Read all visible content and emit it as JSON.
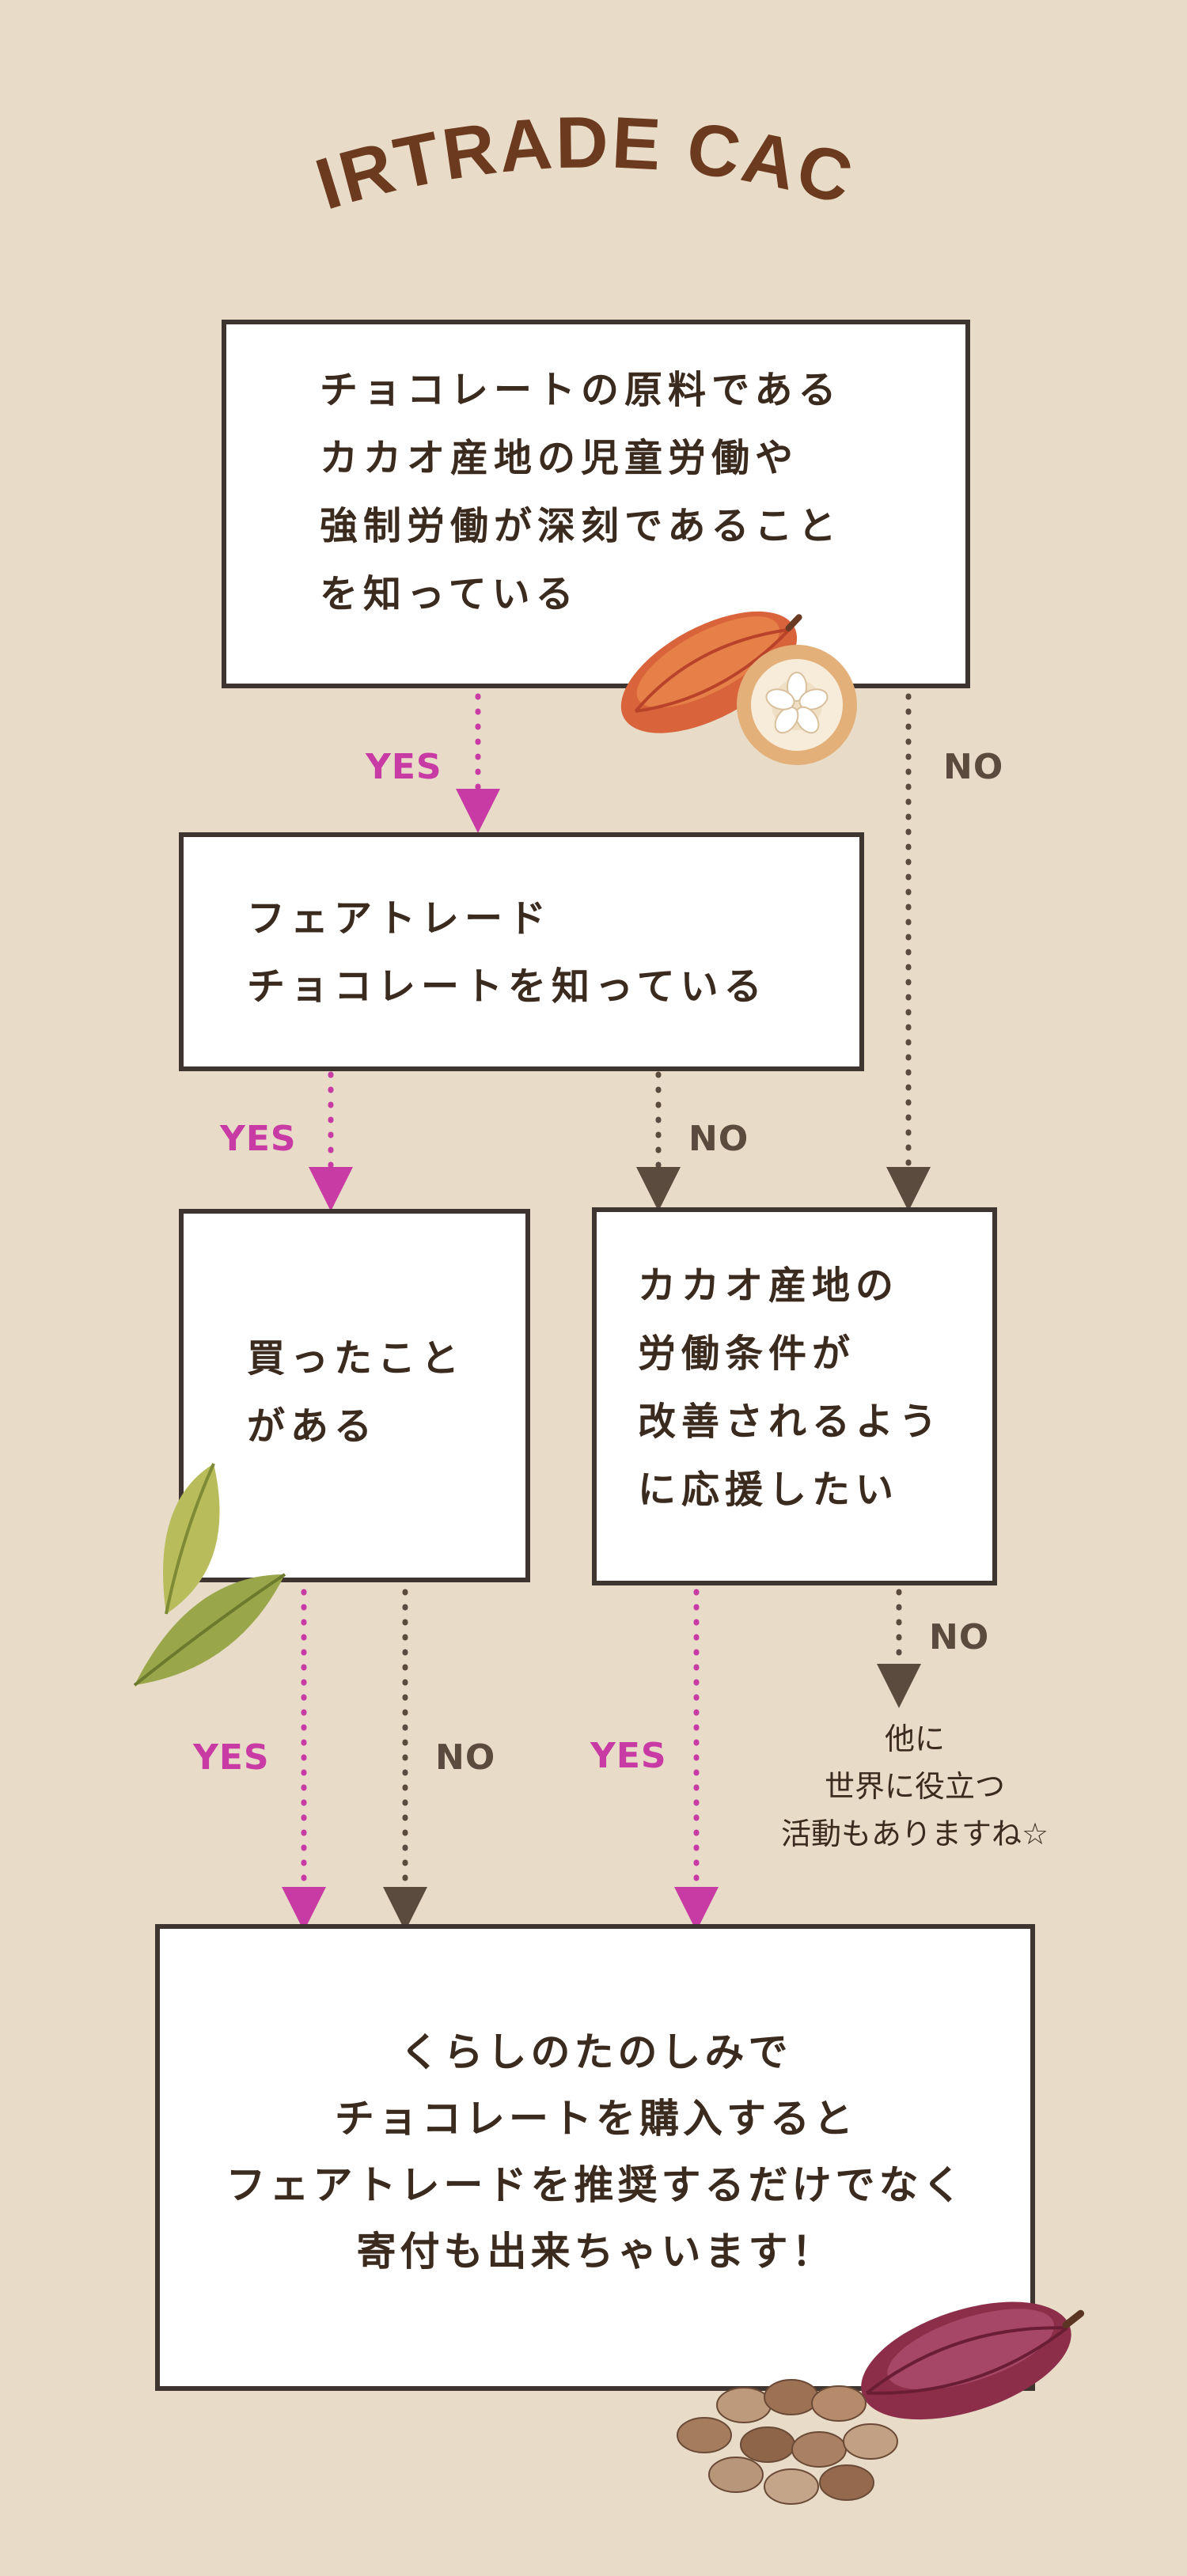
{
  "title": "FAIRTRADE CACAO",
  "colors": {
    "background": "#e8dcc8",
    "yes": "#c83aa4",
    "no": "#5b4a3e",
    "border": "#3f3530",
    "text": "#3b2a1e"
  },
  "boxes": {
    "q1": [
      "チョコレートの原料である",
      "カカオ産地の児童労働や",
      "強制労働が深刻であること",
      "を知っている"
    ],
    "q2": [
      "フェアトレード",
      "チョコレートを知っている"
    ],
    "q3": [
      "買ったこと",
      "がある"
    ],
    "q4": [
      "カカオ産地の",
      "労働条件が",
      "改善されるよう",
      "に応援したい"
    ],
    "result": [
      "くらしのたのしみで",
      "チョコレートを購入すると",
      "フェアトレードを推奨するだけでなく",
      "寄付も出来ちゃいます！"
    ]
  },
  "labels": {
    "yes": "YES",
    "no": "NO"
  },
  "note": [
    "他に",
    "世界に役立つ",
    "活動もありますね☆"
  ],
  "illustrations": {
    "pod_top": "cacao-pod-icon",
    "pod_half": "cacao-pod-half-icon",
    "leaves": "leaf-icon",
    "pod_bottom": "cacao-pod-dark-icon",
    "beans": "cacao-bean-icon"
  }
}
